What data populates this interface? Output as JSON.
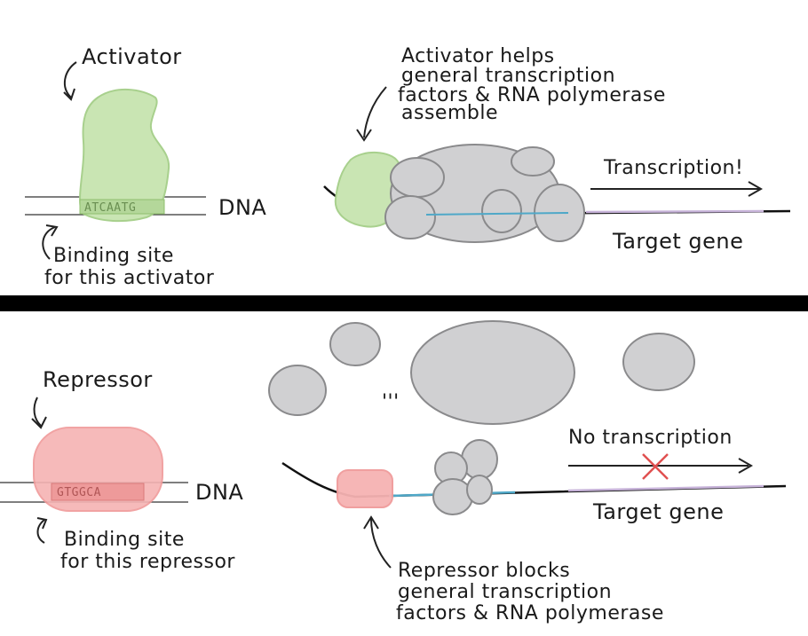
{
  "top": {
    "activator_label": "Activator",
    "site_sequence": "ATCAATG",
    "dna_label": "DNA",
    "binding_site_line1": "Binding site",
    "binding_site_line2": "for this activator",
    "helps_line1": "Activator helps",
    "helps_line2": "general transcription",
    "helps_line3": "factors & RNA polymerase",
    "helps_line4": "assemble",
    "transcription_label": "Transcription!",
    "target_gene_label": "Target gene"
  },
  "bottom": {
    "repressor_label": "Repressor",
    "site_sequence": "GTGGCA",
    "dna_label": "DNA",
    "binding_site_line1": "Binding site",
    "binding_site_line2": "for this repressor",
    "dots_text": "'''",
    "no_transcription_label": "No transcription",
    "target_gene_label": "Target gene",
    "blocks_line1": "Repressor blocks",
    "blocks_line2": "general transcription",
    "blocks_line3": "factors & RNA polymerase"
  },
  "colors": {
    "activator_fill": "#c9e5b3",
    "activator_stroke": "#a8d08d",
    "repressor_fill": "#f6b3b3",
    "repressor_stroke": "#f09a9a",
    "factor_fill": "#d0d0d2",
    "factor_stroke": "#8a8a8c",
    "promoter_blue": "#4fa8c8",
    "gene_purple": "#c7b3d9",
    "x_mark": "#e05050",
    "divider": "#000000"
  }
}
